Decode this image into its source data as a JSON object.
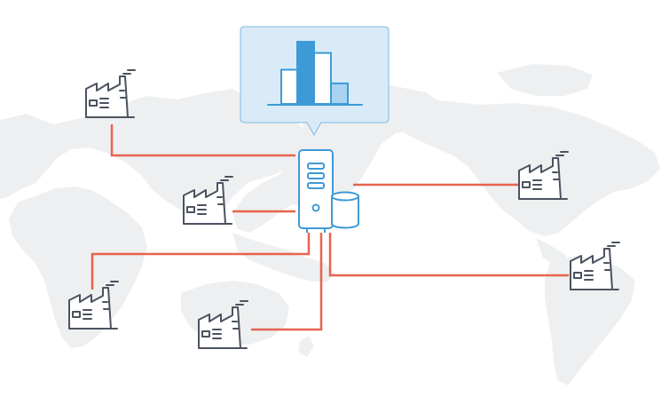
{
  "diagram": {
    "colors": {
      "background": "#ffffff",
      "map": "#eeeff0",
      "link": "#e5644f",
      "icon_stroke": "#4b5260",
      "server_stroke": "#3e9ad6",
      "callout_fill": "#d9ebf8",
      "callout_stroke": "#7fb9e2",
      "bar_highlight": "#3e9ad6",
      "bar_light": "#a9d3ef",
      "bar_white": "#ffffff"
    },
    "icons": {
      "factory": "factory-icon",
      "server": "server-tower-icon",
      "database": "database-cylinder-icon",
      "chart": "bar-chart-icon"
    },
    "chart_bars": [
      0.55,
      1.0,
      0.82,
      0.33
    ],
    "factories": [
      {
        "id": "factory-top-left"
      },
      {
        "id": "factory-center-left"
      },
      {
        "id": "factory-lower-left"
      },
      {
        "id": "factory-bottom-center"
      },
      {
        "id": "factory-east"
      },
      {
        "id": "factory-south-east"
      }
    ]
  }
}
